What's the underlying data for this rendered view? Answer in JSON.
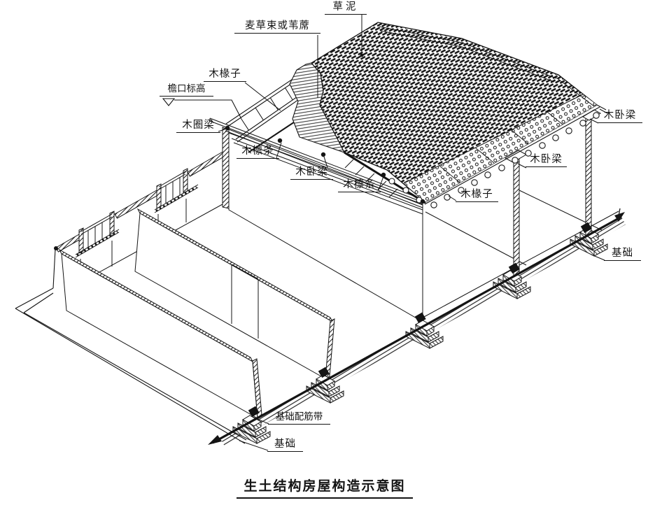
{
  "diagram": {
    "title": "生土结构房屋构造示意图",
    "background_color": "#ffffff",
    "line_color": "#141414",
    "labels": {
      "caoni": "草泥",
      "maicaoshu": "麦草束或苇蓆",
      "muchuanzi_left": "木椽子",
      "yankou_biaogao": "檐口标高",
      "muquanliang": "木圈梁",
      "mulintiao_1": "木檩条",
      "muwoliang_1": "木卧梁",
      "mulintiao_2": "木檩条",
      "muchuanzi_right": "木椽子",
      "muwoliang_2": "木卧梁",
      "muwoliang_3": "木卧梁",
      "jichu_right": "基础",
      "jichu_peijindai": "基础配筋带",
      "jichu_bottom": "基础"
    }
  }
}
